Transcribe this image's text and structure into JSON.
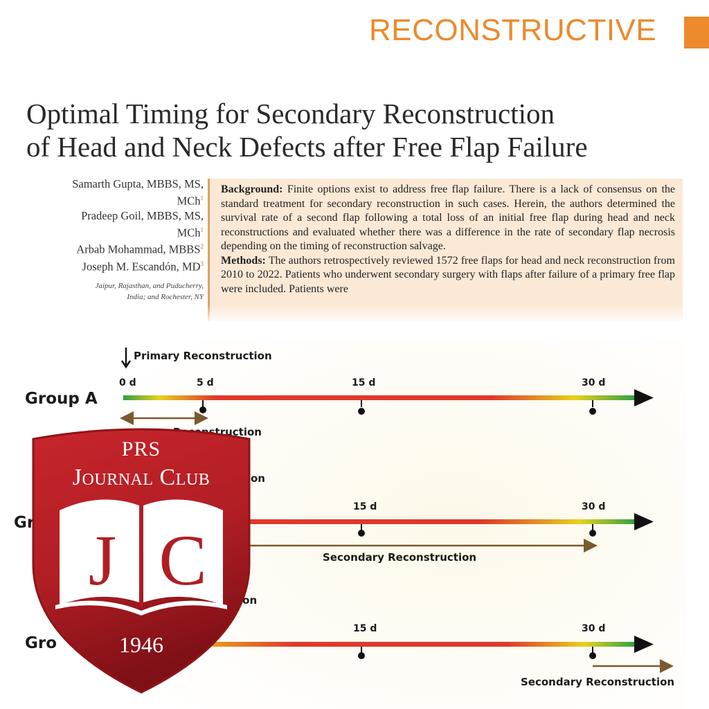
{
  "header": {
    "section": "RECONSTRUCTIVE"
  },
  "article": {
    "title_line1": "Optimal Timing for Secondary Reconstruction",
    "title_line2": "of Head and Neck Defects after Free Flap Failure",
    "authors": [
      {
        "name": "Samarth Gupta, MBBS, MS,",
        "cont": "MCh",
        "sup": "1"
      },
      {
        "name": "Pradeep Goil, MBBS, MS,",
        "cont": "MCh",
        "sup": "1"
      },
      {
        "name": "Arbab Mohammad, MBBS",
        "sup": "2"
      },
      {
        "name": "Joseph M. Escandón, MD",
        "sup": "3"
      }
    ],
    "affiliation_line1": "Jaipur, Rajasthan, and Puducherry,",
    "affiliation_line2": "India; and Rochester, NY",
    "abstract": {
      "background_label": "Background:",
      "background_text": "Finite options exist to address free flap failure. There is a lack of consensus on the standard treatment for secondary reconstruction in such cases. Herein, the authors determined the survival rate of a second flap following a total loss of an initial free flap during head and neck reconstructions and evaluated whether there was a difference in the rate of secondary flap necrosis depending on the timing of reconstruction salvage.",
      "methods_label": "Methods:",
      "methods_text": "The authors retrospectively reviewed 1572 free flaps for head and neck reconstruction from 2010 to 2022. Patients who underwent secondary surgery with flaps after failure of a primary free flap were included. Patients were"
    }
  },
  "figure": {
    "primary_label": "Primary Reconstruction",
    "secondary_label": "Secondary Reconstruction",
    "groups": [
      {
        "label": "Group A",
        "ticks": [
          "0 d",
          "5 d",
          "15 d",
          "30 d"
        ]
      },
      {
        "label": "Gro",
        "ticks": [
          "15 d",
          "30 d"
        ]
      },
      {
        "label": "Gro",
        "ticks": [
          "15 d",
          "30 d"
        ]
      }
    ],
    "partial_labels": [
      "on",
      "ion"
    ]
  },
  "badge": {
    "line1": "PRS",
    "line2": "Journal Club",
    "initials_left": "J",
    "initials_right": "C",
    "year": "1946",
    "colors": {
      "red": "#b01e24",
      "dark": "#7e1016"
    }
  }
}
